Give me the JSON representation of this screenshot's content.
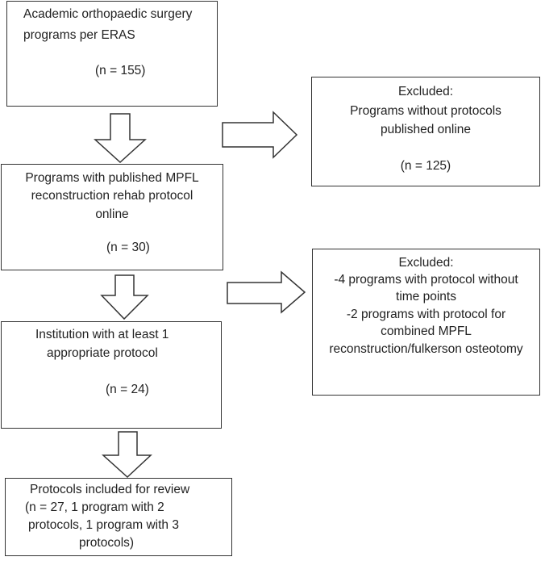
{
  "box1": {
    "line1": "Academic orthopaedic surgery",
    "line2": "programs per ERAS",
    "count": "(n = 155)"
  },
  "excluded1": {
    "title": "Excluded:",
    "line1": "Programs without protocols",
    "line2": "published online",
    "count": "(n = 125)"
  },
  "box2": {
    "line1": "Programs with published MPFL",
    "line2": "reconstruction rehab protocol",
    "line3": "online",
    "count": "(n = 30)"
  },
  "excluded2": {
    "title": "Excluded:",
    "line1": "-4 programs with protocol without",
    "line2": "time points",
    "line3": "-2 programs with protocol for",
    "line4": "combined MPFL",
    "line5": "reconstruction/fulkerson osteotomy"
  },
  "box3": {
    "line1": "Institution with at least 1",
    "line2": "appropriate protocol",
    "count": "(n = 24)"
  },
  "box4": {
    "line1": "Protocols  included for review",
    "line2": "(n = 27, 1 program with 2",
    "line3": "protocols, 1 program with 3",
    "line4": "protocols)"
  }
}
